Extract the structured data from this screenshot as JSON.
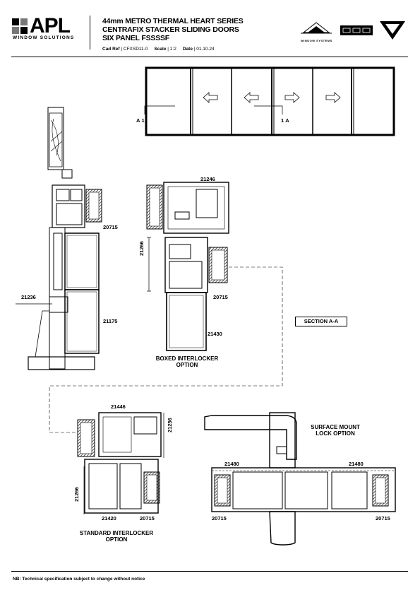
{
  "header": {
    "logo": "APL",
    "logo_sub": "WINDOW SOLUTIONS",
    "title_lines": [
      "44mm METRO THERMAL HEART SERIES",
      "CENTRAFIX STACKER SLIDING DOORS",
      "SIX PANEL FSSSSF"
    ],
    "cad_ref_label": "Cad Ref",
    "cad_ref": "CFXSD11-0",
    "scale_label": "Scale",
    "scale": "1:2",
    "date_label": "Date",
    "date": "01.10.24",
    "partner_logos": [
      "altherm-logo",
      "partner-logo-dark",
      "partner-logo-shield"
    ],
    "partner_sub": "WINDOW SYSTEMS"
  },
  "elevation": {
    "section_marker_left": "A",
    "section_marker_right": "A",
    "marker_left_num": "1",
    "marker_right_num": "1",
    "panels": [
      "fixed",
      "arrow-left",
      "arrow-left",
      "arrow-right",
      "arrow-right",
      "fixed"
    ]
  },
  "labels": {
    "p21246": "21246",
    "p20715_a": "20715",
    "p21266_a": "21266",
    "p20715_b": "20715",
    "p21430_a": "21430",
    "p21236": "21236",
    "p21175": "21175",
    "p21446": "21446",
    "p21256": "21256",
    "p21266_b": "21266",
    "p21420": "21420",
    "p20715_c": "20715",
    "p21480_l": "21480",
    "p21480_r": "21480",
    "p20715_d": "20715",
    "p20715_e": "20715"
  },
  "captions": {
    "boxed": [
      "BOXED INTERLOCKER",
      "OPTION"
    ],
    "standard": [
      "STANDARD INTERLOCKER",
      "OPTION"
    ],
    "surface": [
      "SURFACE MOUNT",
      "LOCK OPTION"
    ],
    "section": "SECTION A-A"
  },
  "footer": {
    "note": "NB: Technical specification subject to change without notice"
  }
}
